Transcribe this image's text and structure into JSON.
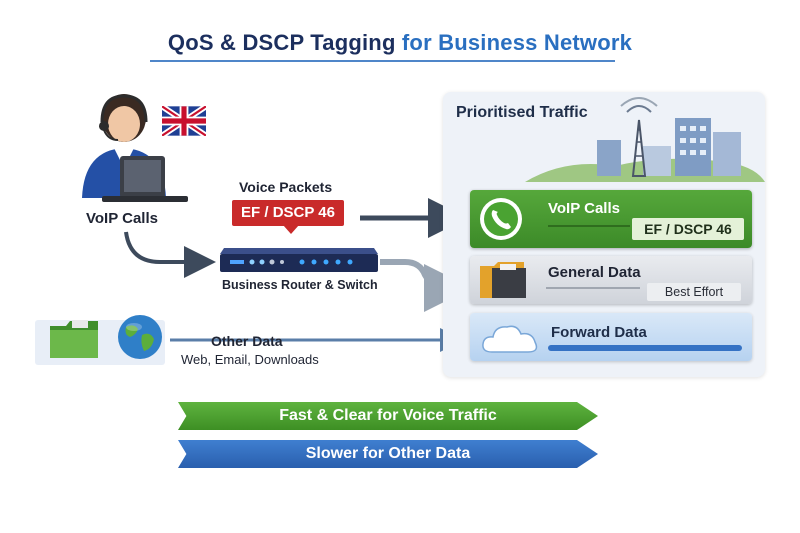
{
  "title": {
    "main": "QoS & DSCP Tagging",
    "accent": "for Business Network"
  },
  "voip_source": {
    "label": "VoIP Calls"
  },
  "voice_packets": {
    "label": "Voice Packets",
    "tag": "EF / DSCP 46"
  },
  "router": {
    "label": "Business Router & Switch"
  },
  "other_data": {
    "label": "Other Data",
    "sublabel": "Web, Email, Downloads"
  },
  "panel": {
    "title": "Prioritised Traffic",
    "lanes": [
      {
        "label": "VoIP Calls",
        "badge": "EF / DSCP 46",
        "color": "#4a9a33"
      },
      {
        "label": "General Data",
        "badge": "Best Effort",
        "color": "#d6d9df"
      },
      {
        "label": "Forward Data",
        "badge": "",
        "color": "#c4daf3"
      }
    ]
  },
  "banners": {
    "fast": "Fast & Clear for Voice Traffic",
    "slow": "Slower for Other Data"
  },
  "colors": {
    "title": "#1c2f5e",
    "accent": "#2a6fc0",
    "tag_red": "#c92a2a",
    "green": "#4a9a33",
    "blue": "#3572c4",
    "arrow": "#3d4a5c"
  },
  "icons": [
    "headset-person-icon",
    "uk-flag-icon",
    "laptop-icon",
    "router-icon",
    "folder-icon",
    "globe-icon",
    "phone-icon",
    "folder-dark-icon",
    "cloud-icon",
    "city-tower-icon"
  ]
}
